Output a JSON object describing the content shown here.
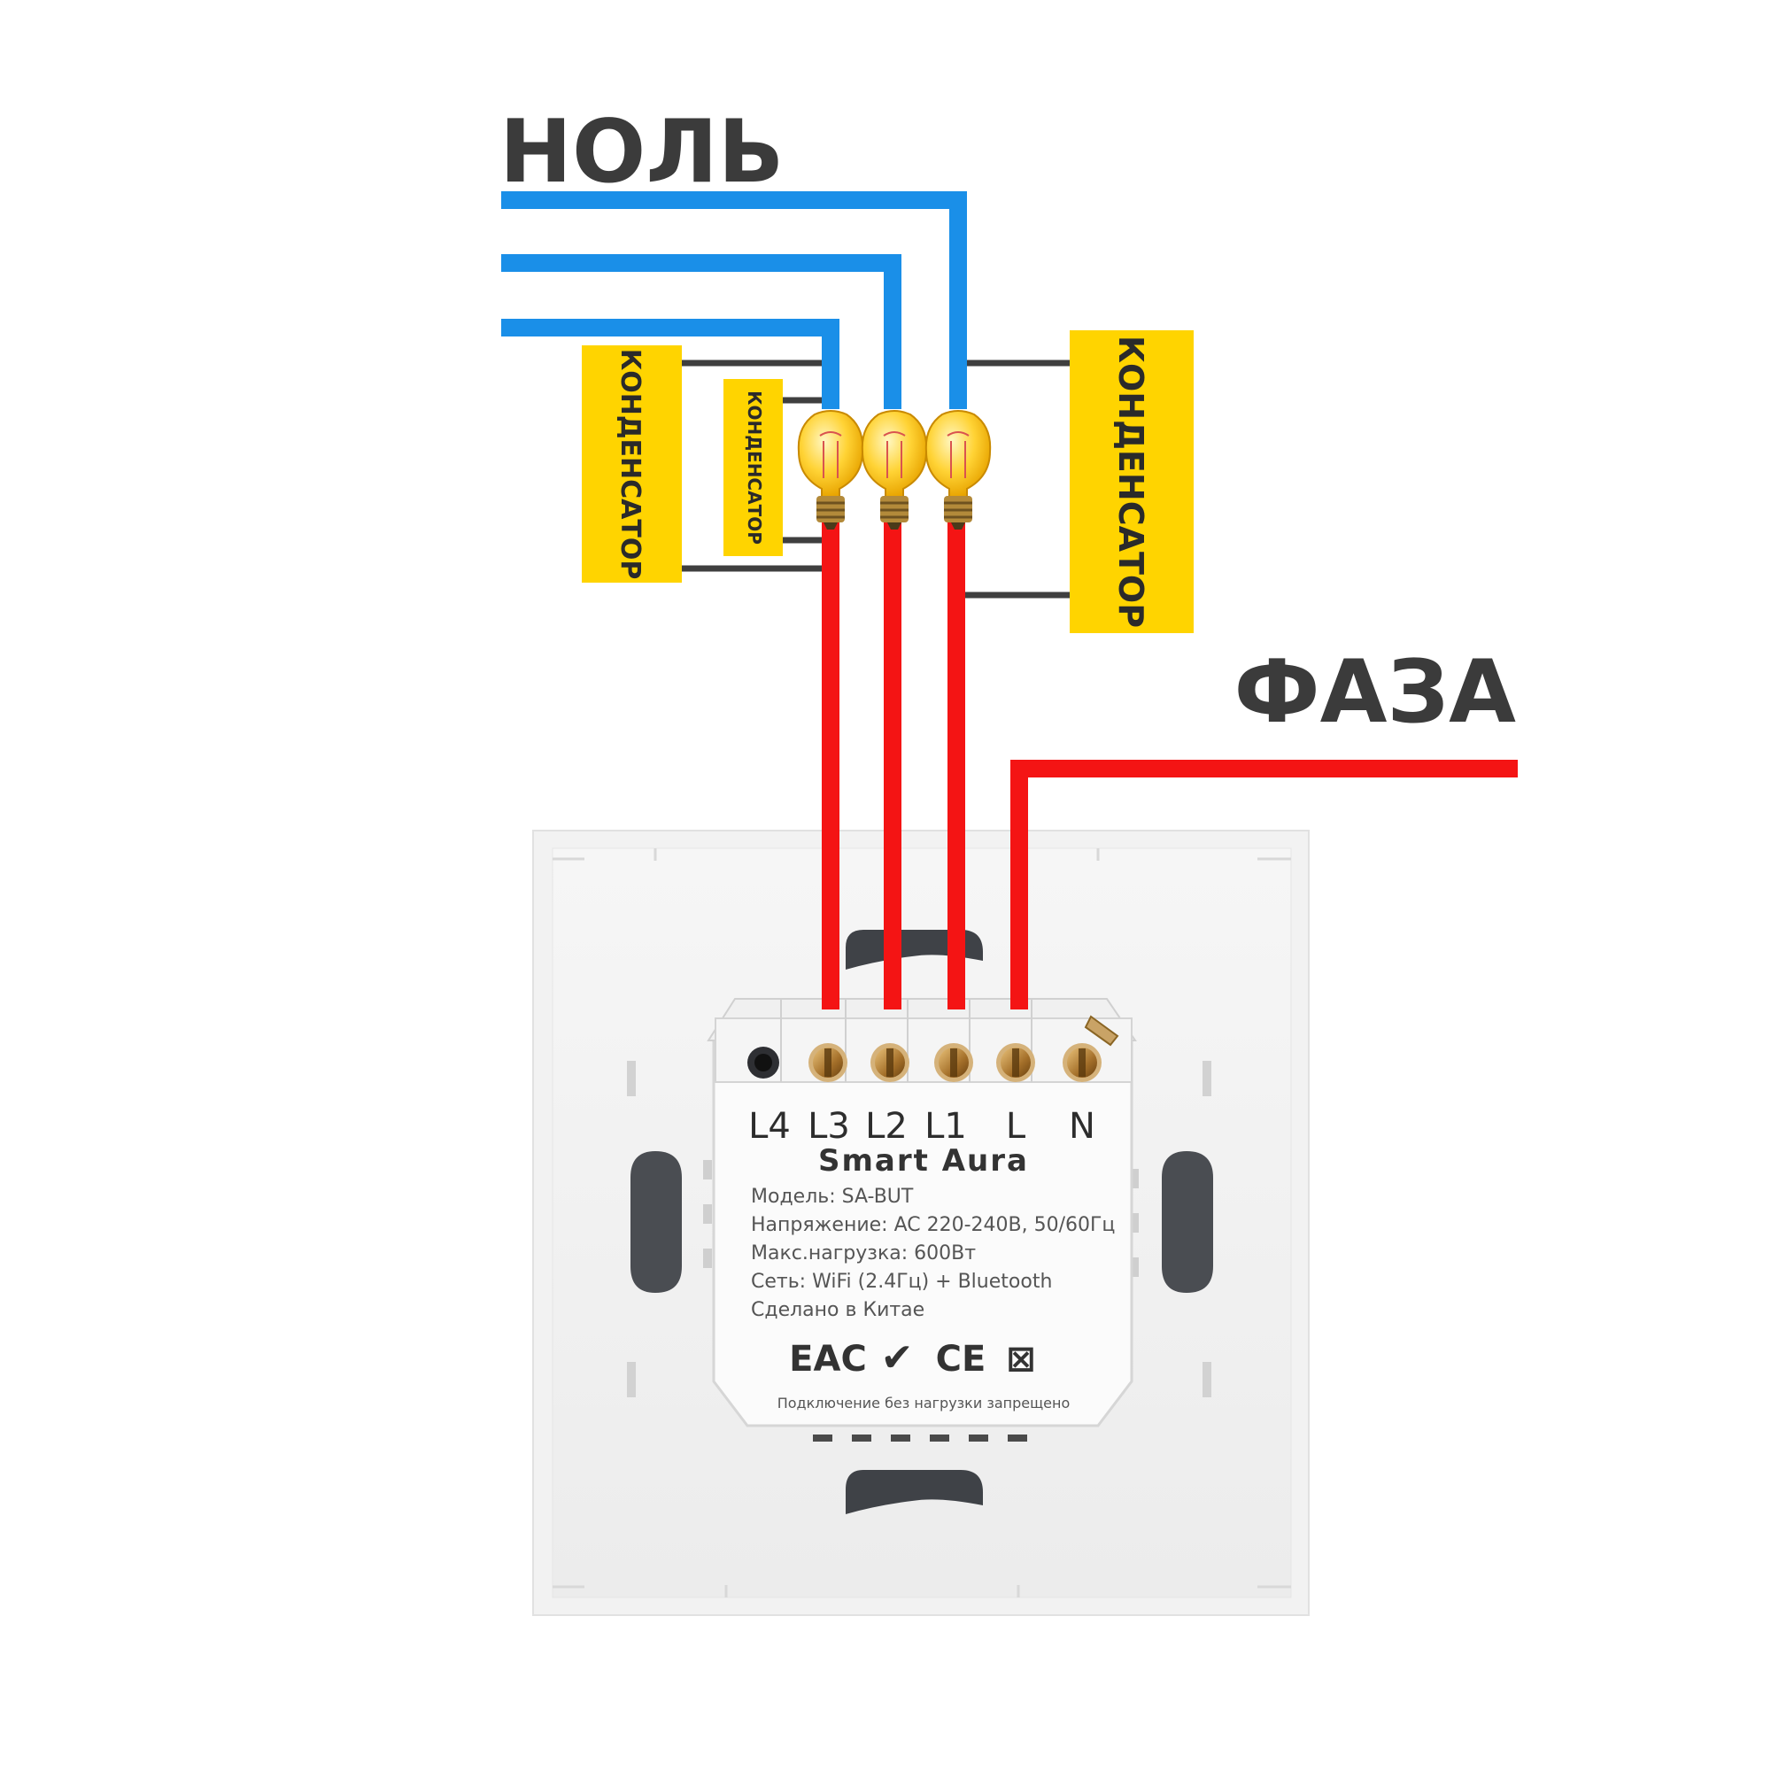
{
  "labels": {
    "neutral": "НОЛЬ",
    "phase": "ФАЗА"
  },
  "capacitors": [
    {
      "label": "КОНДЕНСАТОР"
    },
    {
      "label": "КОНДЕНСАТОР"
    },
    {
      "label": "КОНДЕНСАТОР"
    }
  ],
  "terminals": [
    "L4",
    "L3",
    "L2",
    "L1",
    "L",
    "N"
  ],
  "device": {
    "brand": "Smart Aura",
    "specs": [
      "Модель: SA-BUT",
      "Напряжение: AC 220-240В, 50/60Гц",
      "Макс.нагрузка: 600Вт",
      "Сеть: WiFi (2.4Гц) + Bluetooth",
      "Сделано в Китае"
    ],
    "certifications": [
      "EAC",
      "✔",
      "CE",
      "⊠"
    ],
    "warning": "Подключение без нагрузки запрещено"
  },
  "colors": {
    "neutral_wire": "#1a8fe8",
    "phase_wire": "#f41414",
    "capacitor": "#ffd400",
    "bulb": "#ffcf2a"
  }
}
